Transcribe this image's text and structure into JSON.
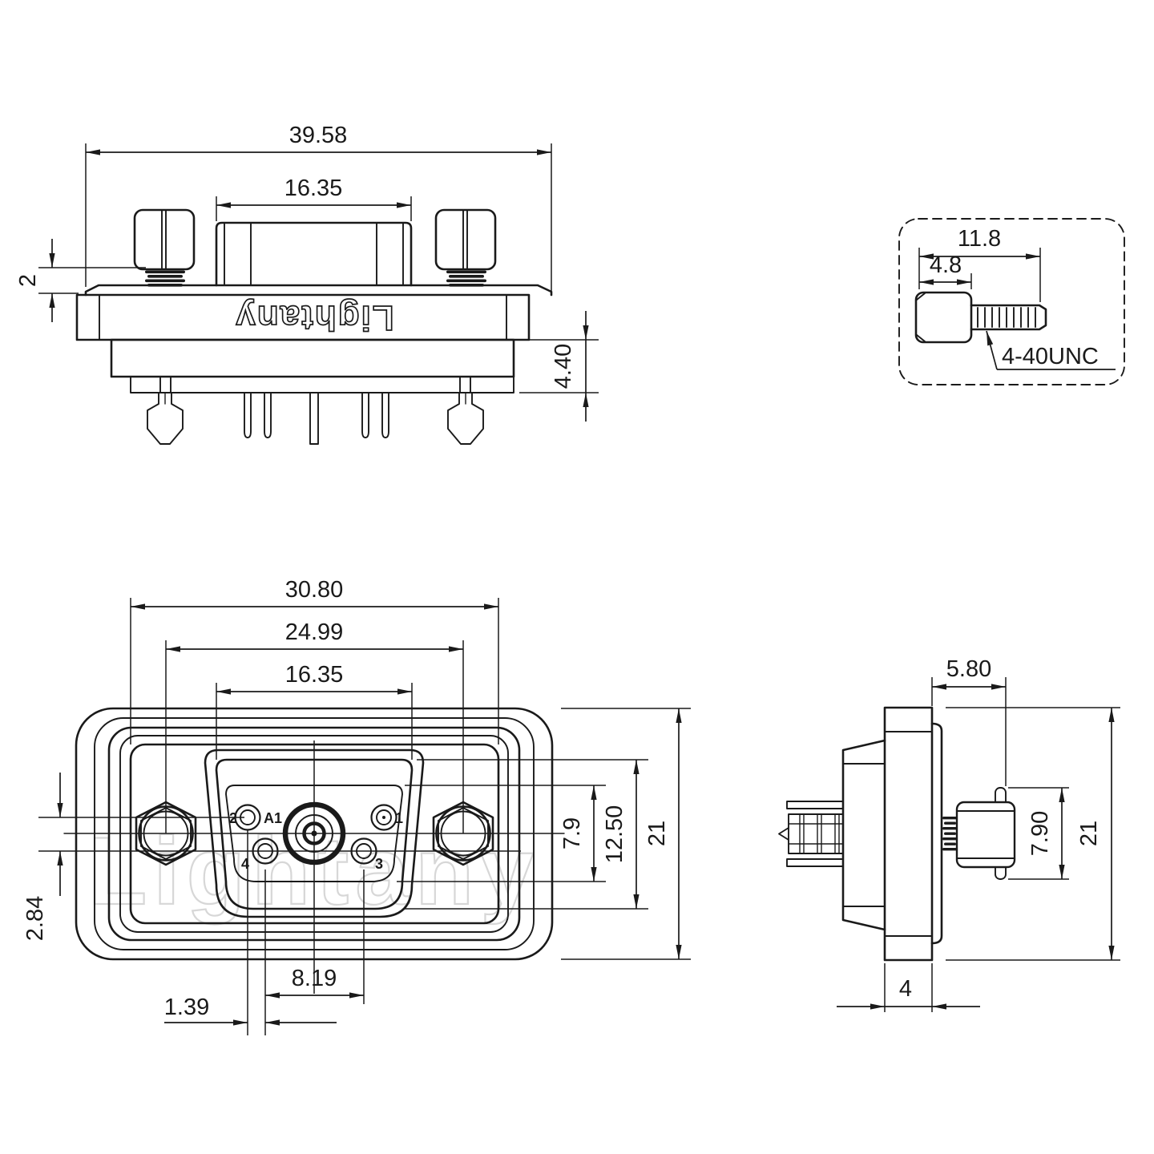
{
  "brand": "Lightany",
  "colors": {
    "ink": "#1a1a1a",
    "watermark": "#d7d7d7"
  },
  "views": {
    "front_top": {
      "dims": {
        "overall_width": "39.58",
        "shell_width": "16.35",
        "flange_lip_height": "2",
        "rear_body_height": "4.40"
      },
      "logo": "Lightany"
    },
    "screw_detail": {
      "dims": {
        "overall_length": "11.8",
        "head_length": "4.8"
      },
      "thread_spec": "4-40UNC"
    },
    "face": {
      "dims": {
        "flange_width": "30.80",
        "screw_spacing": "24.99",
        "shell_width": "16.35",
        "row_spacing": "2.84",
        "opening_height": "7.9",
        "shell_height": "12.50",
        "overall_height": "21",
        "pin_pitch": "8.19",
        "row_offset": "1.39"
      },
      "pins": {
        "p1": "1",
        "p2": "2",
        "p3": "3",
        "p4": "4",
        "coax": "A1"
      },
      "watermark": "Lightany"
    },
    "side": {
      "dims": {
        "shell_protrusion": "5.80",
        "screw_boot_dia": "7.90",
        "overall_height": "21",
        "flange_thickness": "4"
      }
    }
  }
}
